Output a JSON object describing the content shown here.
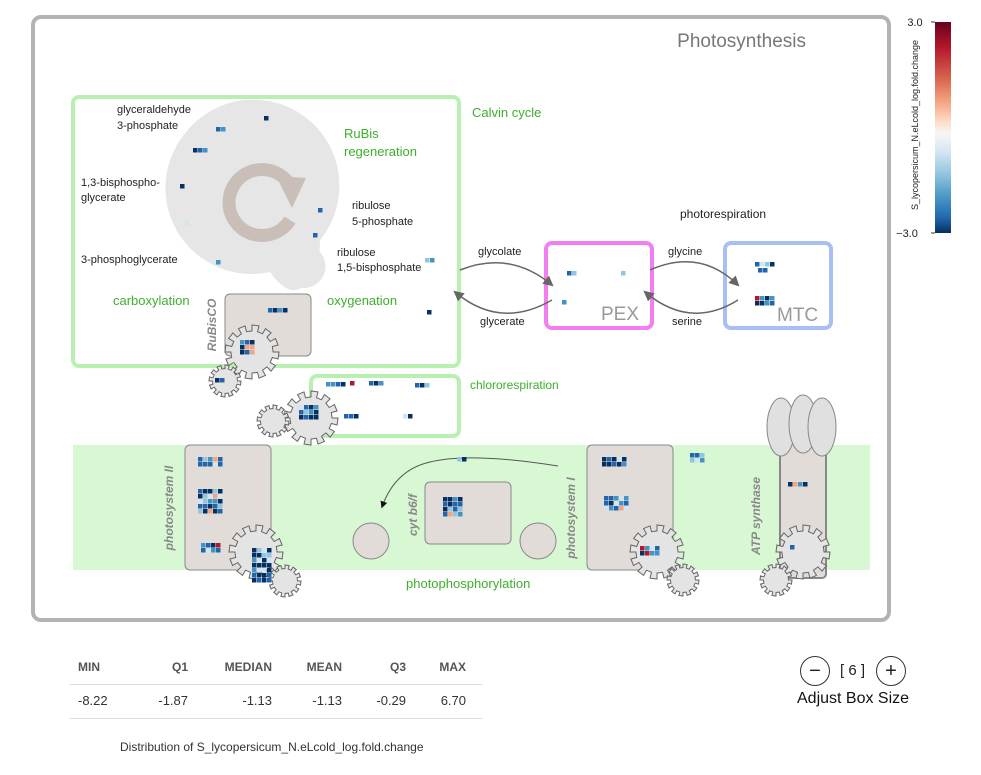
{
  "title": "Photosynthesis",
  "colorbar": {
    "label": "S_lycopersicum_N.eLcold_log.fold.change",
    "max_label": "3.0",
    "min_label": "−3.0"
  },
  "labels": {
    "calvin_cycle": "Calvin cycle",
    "rubis_regen_1": "RuBis",
    "rubis_regen_2": "regeneration",
    "g3p_1": "glyceraldehyde",
    "g3p_2": "3-phosphate",
    "bpg_1": "1,3-bisphospho-",
    "bpg_2": "glycerate",
    "pg3": "3-phosphoglycerate",
    "r5p_1": "ribulose",
    "r5p_2": "5-phosphate",
    "rubp_1": "ribulose",
    "rubp_2": "1,5-bisphosphate",
    "carboxylation": "carboxylation",
    "oxygenation": "oxygenation",
    "rubisco": "RuBisCO",
    "photorespiration": "photorespiration",
    "glycolate": "glycolate",
    "glycerate": "glycerate",
    "glycine": "glycine",
    "serine": "serine",
    "pex": "PEX",
    "mtc": "MTC",
    "chlororespiration": "chlororespiration",
    "photosystem2": "photosystem II",
    "cytb6f": "cyt b6/f",
    "photosystem1": "photosystem I",
    "atp_synthase": "ATP synthase",
    "photophosphorylation": "photophosphorylation"
  },
  "colors": {
    "calvin_green": "#b7f0b1",
    "calvin_text": "#3daf2c",
    "pex_magenta": "#f27ef2",
    "mtc_blue": "#a8bef5",
    "thylakoid_green": "#d8f8d3",
    "frame_gray": "#b3b3b3",
    "rubisco_gray": "#e2dcd9"
  },
  "stats": {
    "headers": [
      "MIN",
      "Q1",
      "MEDIAN",
      "MEAN",
      "Q3",
      "MAX"
    ],
    "values": [
      "-8.22",
      "-1.87",
      "-1.13",
      "-1.13",
      "-0.29",
      "6.70"
    ],
    "caption": "Distribution of S_lycopersicum_N.eLcold_log.fold.change"
  },
  "box_size": {
    "minus_symbol": "−",
    "value_text": "[ 6 ]",
    "plus_symbol": "+",
    "label": "Adjust Box Size"
  }
}
